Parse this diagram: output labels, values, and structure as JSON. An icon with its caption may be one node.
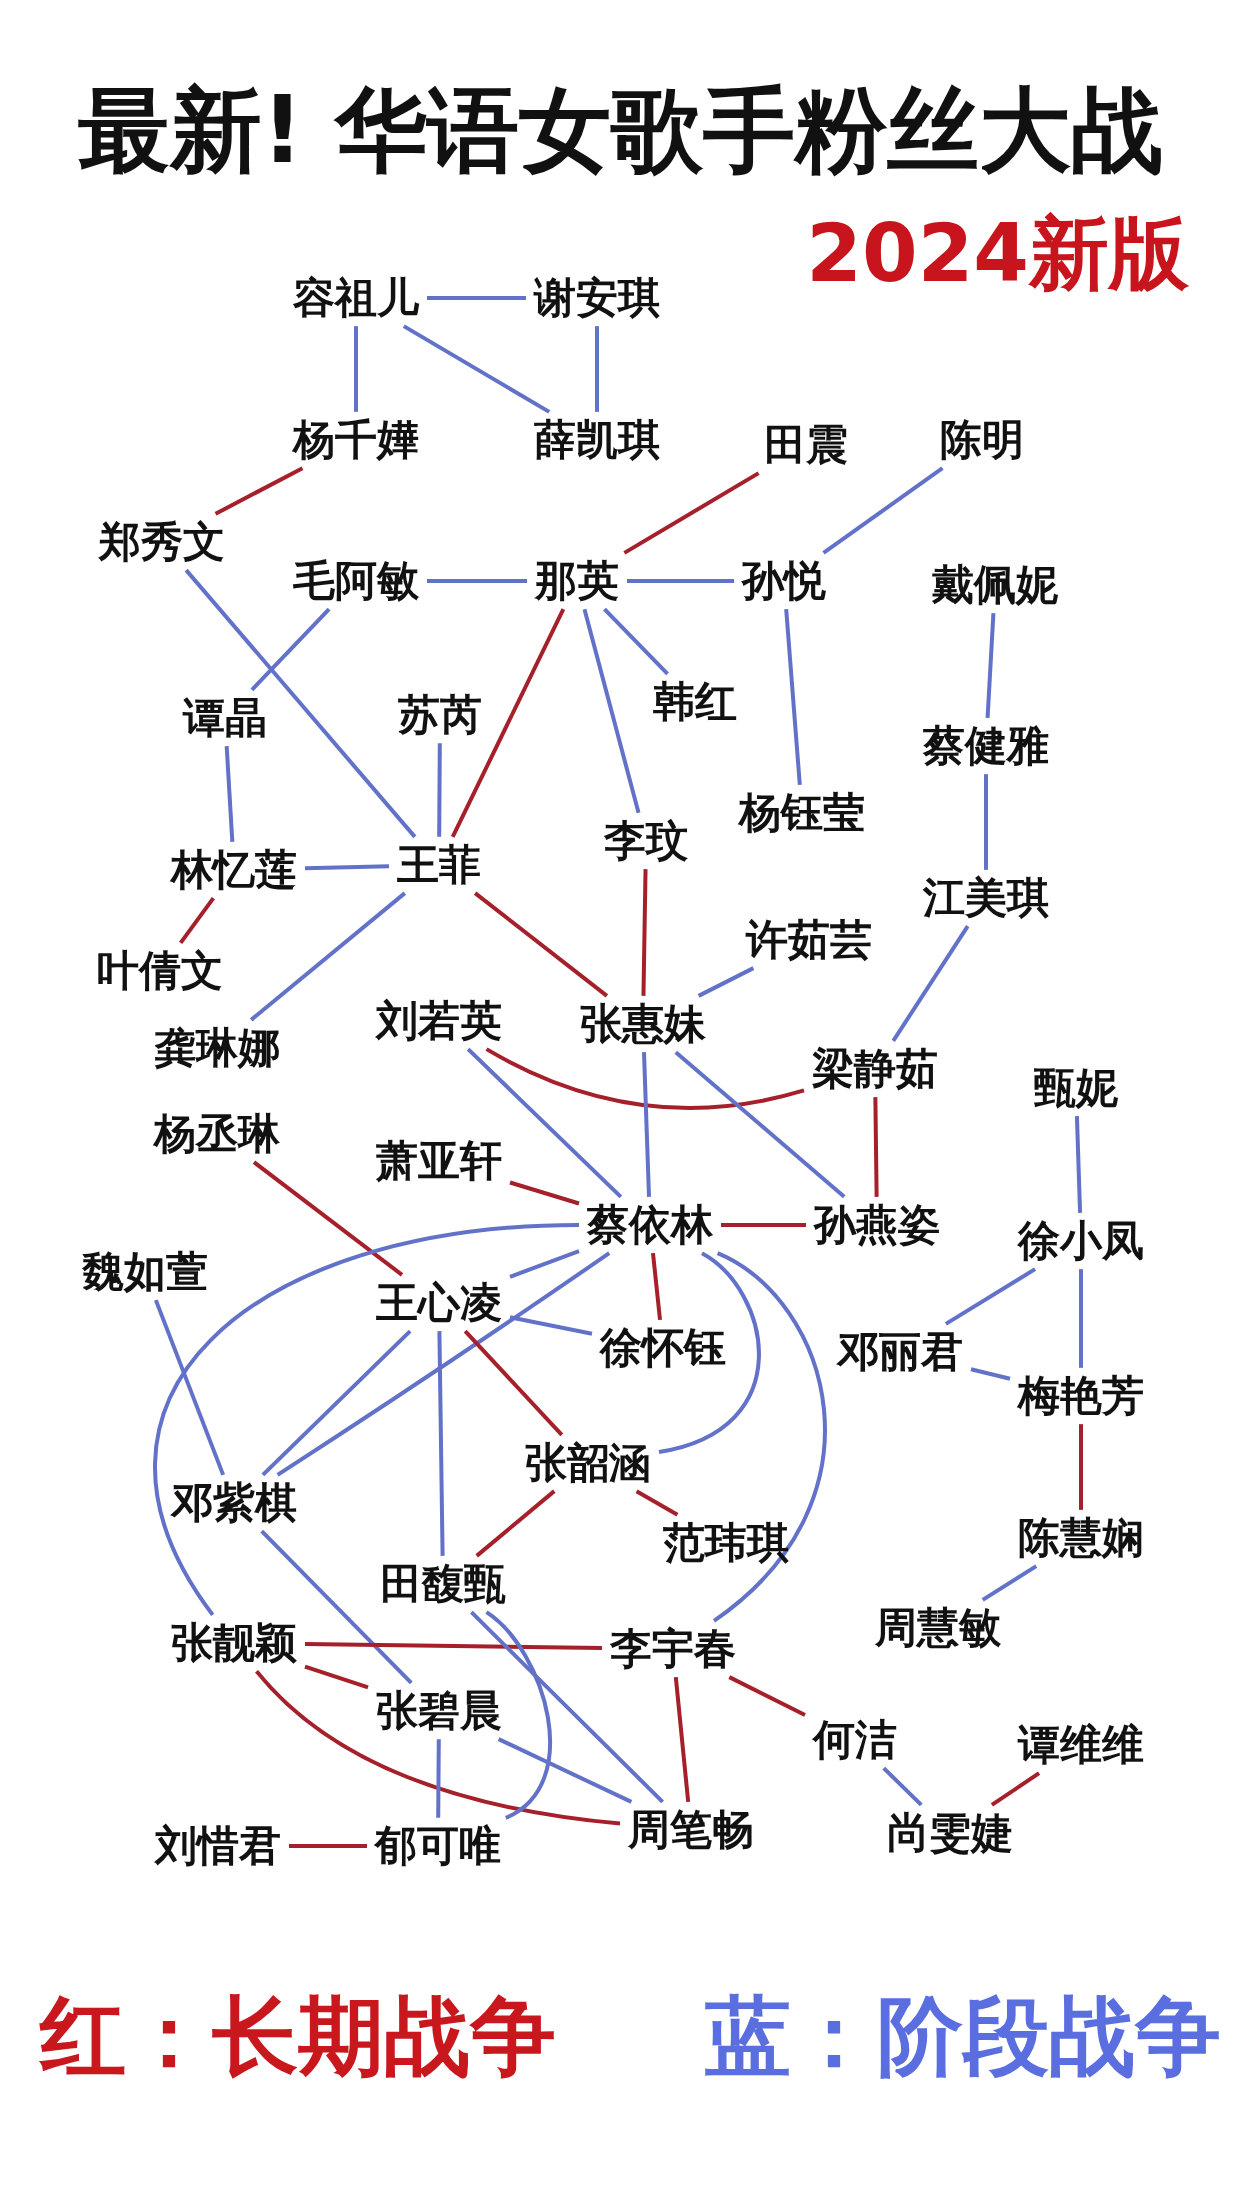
{
  "diagram": {
    "title": "最新! 华语女歌手粉丝大战",
    "nodes": [
      {
        "text": [
          "容祖儿"
        ]
      },
      {
        "text": [
          "谢安琪"
        ]
      },
      {
        "text": [
          "杨千嬅"
        ]
      },
      {
        "text": [
          "薛凯琪"
        ]
      },
      {
        "text": [
          "田震"
        ]
      },
      {
        "text": [
          "陈明"
        ]
      },
      {
        "text": [
          "郑秀文"
        ]
      },
      {
        "text": [
          "毛阿敏"
        ]
      },
      {
        "text": [
          "那英"
        ]
      },
      {
        "text": [
          "孙悦"
        ]
      },
      {
        "text": [
          "戴佩妮"
        ]
      },
      {
        "text": [
          "谭晶"
        ]
      },
      {
        "text": [
          "苏芮"
        ]
      },
      {
        "text": [
          "韩红"
        ]
      },
      {
        "text": [
          "蔡健雅"
        ]
      },
      {
        "text": [
          "杨钰莹"
        ]
      },
      {
        "text": [
          "李玟"
        ]
      },
      {
        "text": [
          "林忆莲"
        ]
      },
      {
        "text": [
          "王菲"
        ]
      },
      {
        "text": [
          "江美琪"
        ]
      },
      {
        "text": [
          "许茹芸"
        ]
      },
      {
        "text": [
          "叶倩文"
        ]
      },
      {
        "text": [
          "刘若英"
        ]
      },
      {
        "text": [
          "张惠妹"
        ]
      },
      {
        "text": [
          "龚琳娜"
        ]
      },
      {
        "text": [
          "梁静茹"
        ]
      },
      {
        "text": [
          "甄妮"
        ]
      },
      {
        "text": [
          "杨丞琳"
        ]
      },
      {
        "text": [
          "萧亚轩"
        ]
      },
      {
        "text": [
          "蔡依林"
        ]
      },
      {
        "text": [
          "孙燕姿"
        ]
      },
      {
        "text": [
          "徐小凤"
        ]
      },
      {
        "text": [
          "魏如萱"
        ]
      },
      {
        "text": [
          "王心凌"
        ]
      },
      {
        "text": [
          "徐怀钰"
        ]
      },
      {
        "text": [
          "邓丽君"
        ]
      },
      {
        "text": [
          "梅艳芳"
        ]
      },
      {
        "text": [
          "邓紫棋"
        ]
      },
      {
        "text": [
          "张韶涵"
        ]
      },
      {
        "text": [
          "范玮琪"
        ]
      },
      {
        "text": [
          "陈慧娴"
        ]
      },
      {
        "text": [
          "田馥甄"
        ]
      },
      {
        "text": [
          "周慧敏"
        ]
      },
      {
        "text": [
          "张靓颖"
        ]
      },
      {
        "text": [
          "李宇春"
        ]
      },
      {
        "text": [
          "张碧晨"
        ]
      },
      {
        "text": [
          "何洁"
        ]
      },
      {
        "text": [
          "谭维维"
        ]
      },
      {
        "text": [
          "周笔畅"
        ]
      },
      {
        "text": [
          "尚雯婕"
        ]
      },
      {
        "text": [
          "刘惜君"
        ]
      },
      {
        "text": [
          "郁可唯"
        ]
      }
    ],
    "edges": [
      {
        "from": 0,
        "to": 1,
        "arrow": "none"
      },
      {
        "from": 0,
        "to": 2,
        "arrow": "none"
      },
      {
        "from": 0,
        "to": 3,
        "arrow": "none"
      },
      {
        "from": 1,
        "to": 3,
        "arrow": "none"
      },
      {
        "from": 2,
        "to": 6,
        "arrow": "none",
        "color": "#a5202a"
      },
      {
        "from": 4,
        "to": 8,
        "arrow": "none",
        "color": "#a5202a"
      },
      {
        "from": 5,
        "to": 9,
        "arrow": "none"
      },
      {
        "from": 7,
        "to": 8,
        "arrow": "none"
      },
      {
        "from": 8,
        "to": 9,
        "arrow": "none"
      },
      {
        "from": 7,
        "to": 11,
        "arrow": "none"
      },
      {
        "from": 6,
        "to": 18,
        "arrow": "none"
      },
      {
        "from": 8,
        "to": 18,
        "arrow": "none",
        "color": "#a5202a"
      },
      {
        "from": 8,
        "to": 13,
        "arrow": "none"
      },
      {
        "from": 8,
        "to": 16,
        "arrow": "none"
      },
      {
        "from": 9,
        "to": 15,
        "arrow": "none"
      },
      {
        "from": 10,
        "to": 14,
        "arrow": "none"
      },
      {
        "from": 14,
        "to": 19,
        "arrow": "none"
      },
      {
        "from": 12,
        "to": 18,
        "arrow": "none"
      },
      {
        "from": 11,
        "to": 17,
        "arrow": "none"
      },
      {
        "from": 17,
        "to": 18,
        "arrow": "none"
      },
      {
        "from": 17,
        "to": 21,
        "arrow": "none",
        "color": "#a5202a"
      },
      {
        "from": 18,
        "to": 24,
        "arrow": "none"
      },
      {
        "from": 18,
        "to": 23,
        "arrow": "none",
        "color": "#a5202a"
      },
      {
        "from": 16,
        "to": 23,
        "arrow": "none",
        "color": "#a5202a"
      },
      {
        "from": 20,
        "to": 23,
        "arrow": "none"
      },
      {
        "from": 19,
        "to": 25,
        "arrow": "none"
      },
      {
        "from": 22,
        "to": 25,
        "arrow": "none",
        "color": "#a5202a"
      },
      {
        "from": 25,
        "to": 30,
        "arrow": "none",
        "color": "#a5202a"
      },
      {
        "from": 23,
        "to": 30,
        "arrow": "none"
      },
      {
        "from": 23,
        "to": 29,
        "arrow": "none"
      },
      {
        "from": 22,
        "to": 29,
        "arrow": "none"
      },
      {
        "from": 26,
        "to": 31,
        "arrow": "none"
      },
      {
        "from": 28,
        "to": 29,
        "arrow": "none",
        "color": "#a5202a"
      },
      {
        "from": 29,
        "to": 30,
        "arrow": "none",
        "color": "#a5202a"
      },
      {
        "from": 27,
        "to": 33,
        "arrow": "none",
        "color": "#a5202a"
      },
      {
        "from": 29,
        "to": 33,
        "arrow": "none"
      },
      {
        "from": 29,
        "to": 43,
        "arrow": "none"
      },
      {
        "from": 29,
        "to": 37,
        "arrow": "none"
      },
      {
        "from": 33,
        "to": 37,
        "arrow": "none"
      },
      {
        "from": 32,
        "to": 37,
        "arrow": "none"
      },
      {
        "from": 33,
        "to": 34,
        "arrow": "none"
      },
      {
        "from": 29,
        "to": 34,
        "arrow": "none",
        "color": "#a5202a"
      },
      {
        "from": 29,
        "to": 38,
        "arrow": "none"
      },
      {
        "from": 29,
        "to": 44,
        "arrow": "none"
      },
      {
        "from": 33,
        "to": 38,
        "arrow": "none",
        "color": "#a5202a"
      },
      {
        "from": 33,
        "to": 41,
        "arrow": "none"
      },
      {
        "from": 38,
        "to": 41,
        "arrow": "none",
        "color": "#a5202a"
      },
      {
        "from": 38,
        "to": 39,
        "arrow": "none",
        "color": "#a5202a"
      },
      {
        "from": 31,
        "to": 35,
        "arrow": "none"
      },
      {
        "from": 31,
        "to": 36,
        "arrow": "none"
      },
      {
        "from": 35,
        "to": 36,
        "arrow": "none"
      },
      {
        "from": 36,
        "to": 40,
        "arrow": "none",
        "color": "#a5202a"
      },
      {
        "from": 40,
        "to": 42,
        "arrow": "none"
      },
      {
        "from": 37,
        "to": 45,
        "arrow": "none"
      },
      {
        "from": 43,
        "to": 44,
        "arrow": "none",
        "color": "#a5202a"
      },
      {
        "from": 43,
        "to": 45,
        "arrow": "none",
        "color": "#a5202a"
      },
      {
        "from": 43,
        "to": 48,
        "arrow": "none",
        "color": "#a5202a"
      },
      {
        "from": 41,
        "to": 48,
        "arrow": "none"
      },
      {
        "from": 41,
        "to": 51,
        "arrow": "none"
      },
      {
        "from": 45,
        "to": 48,
        "arrow": "none"
      },
      {
        "from": 45,
        "to": 51,
        "arrow": "none"
      },
      {
        "from": 50,
        "to": 51,
        "arrow": "none",
        "color": "#a5202a"
      },
      {
        "from": 44,
        "to": 48,
        "arrow": "none",
        "color": "#a5202a"
      },
      {
        "from": 44,
        "to": 46,
        "arrow": "none",
        "color": "#a5202a"
      },
      {
        "from": 46,
        "to": 49,
        "arrow": "none"
      },
      {
        "from": 47,
        "to": 49,
        "arrow": "none",
        "color": "#a5202a"
      }
    ],
    "labels": [
      "2024新版"
    ],
    "legend": [
      {
        "text": "红：长期战争",
        "color": "#c9171e"
      },
      {
        "text": "蓝：阶段战争",
        "color": "#5a6ee0"
      }
    ]
  }
}
